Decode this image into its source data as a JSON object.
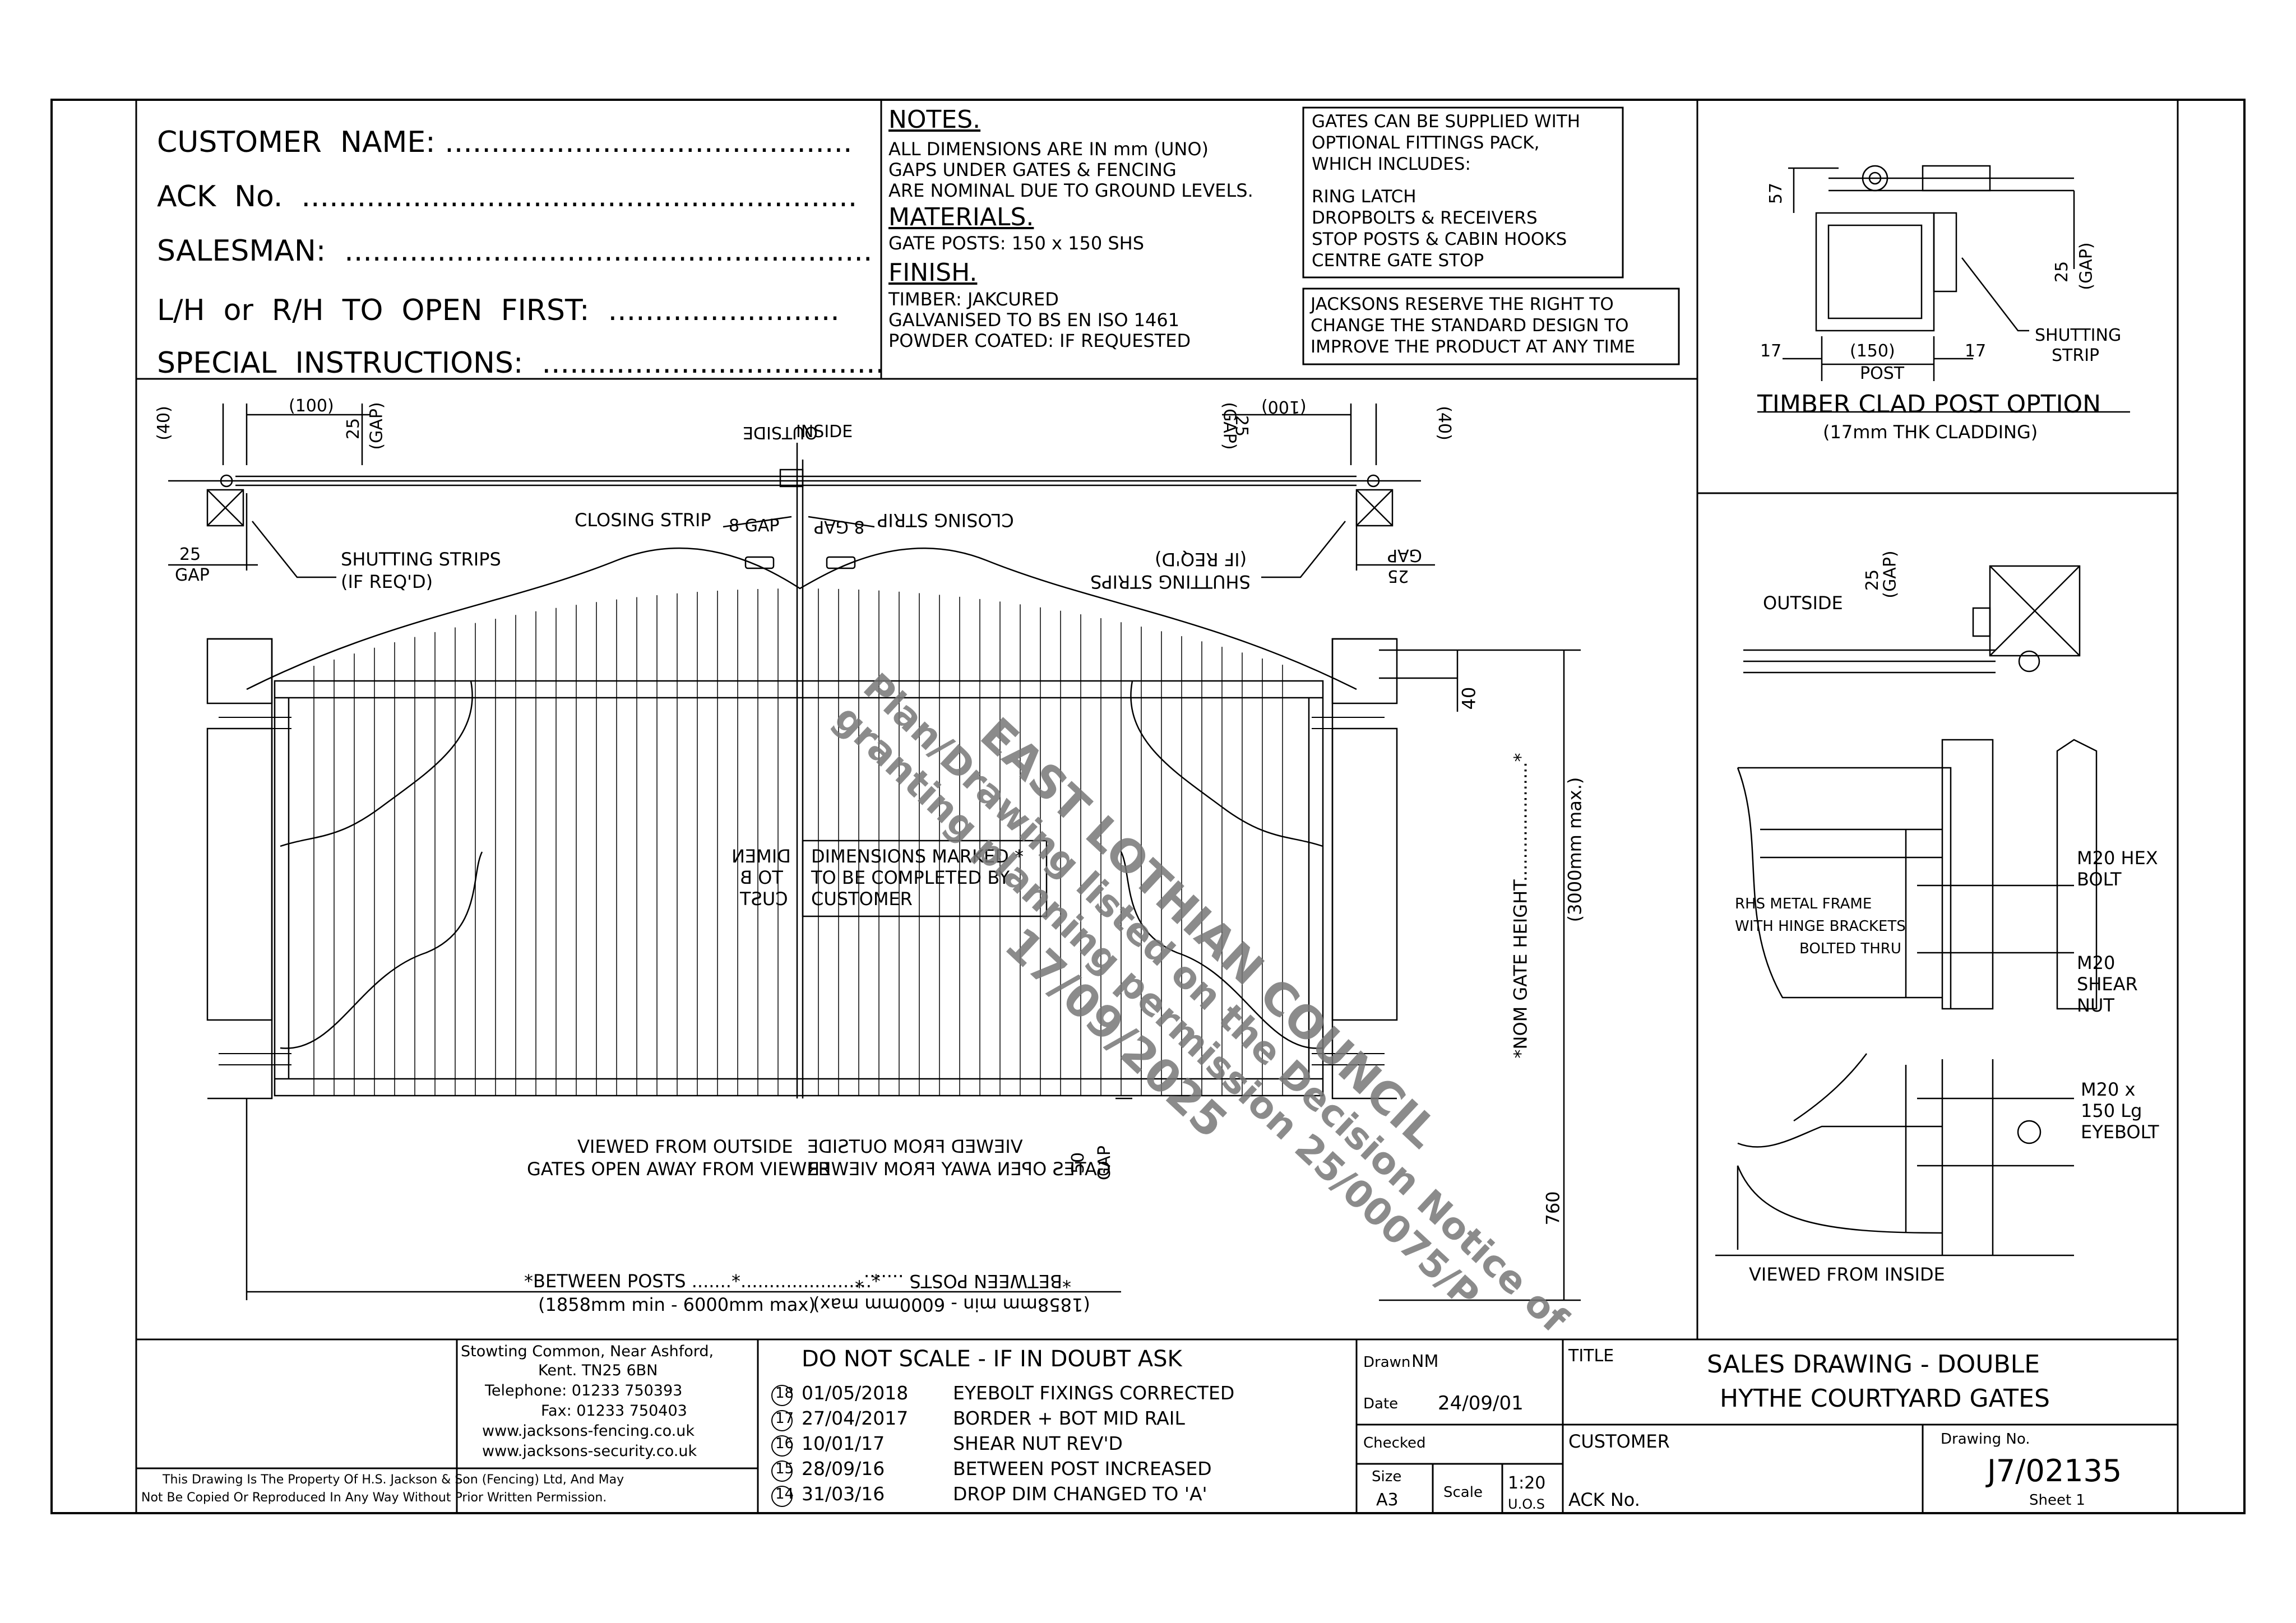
{
  "header": {
    "customer_name": "CUSTOMER  NAME: ............................................",
    "ack_no": "ACK  No.  ............................................................",
    "salesman": "SALESMAN:  .........................................................",
    "open_first": "L/H  or  R/H  TO  OPEN  FIRST:  .........................",
    "special": "SPECIAL  INSTRUCTIONS:  ....................................."
  },
  "notes": {
    "title": "NOTES.",
    "lines": [
      "ALL DIMENSIONS ARE IN mm (UNO)",
      "GAPS UNDER GATES & FENCING",
      "ARE NOMINAL DUE TO GROUND LEVELS."
    ],
    "materials_title": "MATERIALS.",
    "materials": "GATE POSTS: 150 x 150 SHS",
    "finish_title": "FINISH.",
    "finish": [
      "TIMBER: JAKCURED",
      "GALVANISED TO BS EN ISO 1461",
      "POWDER COATED: IF REQUESTED"
    ]
  },
  "fittings": {
    "lines": [
      "GATES CAN BE SUPPLIED WITH",
      "OPTIONAL FITTINGS PACK,",
      "WHICH INCLUDES:",
      "",
      "RING LATCH",
      "DROPBOLTS & RECEIVERS",
      "STOP POSTS & CABIN HOOKS",
      "CENTRE GATE STOP"
    ]
  },
  "reserve": {
    "lines": [
      "JACKSONS RESERVE THE RIGHT TO",
      "CHANGE THE STANDARD DESIGN TO",
      "IMPROVE THE PRODUCT AT ANY TIME"
    ]
  },
  "post_option": {
    "dim_57": "57",
    "dim_25": "25",
    "gap": "(GAP)",
    "shutting_strip": [
      "SHUTTING",
      "STRIP"
    ],
    "dim_17a": "17",
    "dim_150": "(150)",
    "post": "POST",
    "dim_17b": "17",
    "title": "TIMBER CLAD POST OPTION",
    "subtitle": "(17mm THK CLADDING)"
  },
  "hinge_detail": {
    "outside": "OUTSIDE",
    "dim_25": "25",
    "gap": "(GAP)",
    "rhs_frame": [
      "RHS METAL FRAME",
      "WITH HINGE BRACKETS",
      "BOLTED THRU"
    ],
    "hex_bolt": [
      "M20 HEX",
      "BOLT"
    ],
    "shear_nut": [
      "M20",
      "SHEAR",
      "NUT"
    ],
    "eyebolt": [
      "M20 x",
      "150 Lg",
      "EYEBOLT"
    ],
    "viewed_inside": "VIEWED FROM INSIDE"
  },
  "plan": {
    "dim_40l": "(40)",
    "dim_100l": "(100)",
    "dim_25l": "25",
    "gap_l": "(GAP)",
    "outside_inside": "OUTSIDE",
    "inside": "INSIDE",
    "dim_25r": "25",
    "gap_r": "(GAP)",
    "dim_100r": "(100)",
    "dim_40r": "(40)",
    "closing_strip_l": "CLOSING STRIP",
    "closing_strip_r": "CLOSING STRIP",
    "gap8_l": "8 GAP",
    "gap8_r": "8 GAP",
    "shutting_l": [
      "SHUTTING STRIPS",
      "(IF REQ'D)"
    ],
    "shutting_r": [
      "SHUTTING STRIPS",
      "(IF REQ'D)"
    ],
    "gap25_l": [
      "25",
      "GAP"
    ],
    "gap25_r": [
      "25",
      "GAP"
    ]
  },
  "elevation": {
    "dim_40": "40",
    "gate_height": "*NOM GATE HEIGHT.....................*",
    "gate_height_max": "(3000mm max.)",
    "dims_marked": [
      "DIMENSIONS MARKED *",
      "TO BE COMPLETED BY",
      "CUSTOMER"
    ],
    "dims_marked_mirror": [
      "DIMEN",
      "TO B",
      "CUST"
    ],
    "viewed_l": [
      "VIEWED FROM OUTSIDE",
      "GATES OPEN AWAY FROM VIEWER"
    ],
    "viewed_r": [
      "VIEWED FROM OUTSIDE",
      "GATES OPEN AWAY FROM VIEWER"
    ],
    "dim_50": "50",
    "gap_50": "GAP",
    "dim_760": "760",
    "between_posts": "*BETWEEN POSTS .......*.......................*",
    "between_posts_mirror": "*BETWEEN POSTS .......*",
    "between_range": "(1858mm min - 6000mm max)",
    "between_range_mirror": "(1858mm min - 6000mm max)"
  },
  "title_block": {
    "address": [
      "Stowting Common, Near Ashford,",
      "Kent. TN25 6BN",
      "Telephone: 01233 750393",
      "Fax: 01233 750403",
      "www.jacksons-fencing.co.uk",
      "www.jacksons-security.co.uk"
    ],
    "property": [
      "This Drawing Is The Property Of H.S. Jackson & Son (Fencing) Ltd, And May",
      "Not Be Copied Or Reproduced In Any Way Without Prior Written Permission."
    ],
    "do_not_scale": "DO NOT SCALE - IF IN DOUBT ASK",
    "revisions": [
      {
        "num": "18",
        "date": "01/05/2018",
        "desc": "EYEBOLT FIXINGS CORRECTED"
      },
      {
        "num": "17",
        "date": "27/04/2017",
        "desc": "BORDER + BOT MID RAIL"
      },
      {
        "num": "16",
        "date": "10/01/17",
        "desc": "SHEAR NUT REV'D"
      },
      {
        "num": "15",
        "date": "28/09/16",
        "desc": "BETWEEN POST INCREASED"
      },
      {
        "num": "14",
        "date": "31/03/16",
        "desc": "DROP DIM CHANGED TO 'A'"
      }
    ],
    "drawn_label": "Drawn",
    "drawn": "NM",
    "date_label": "Date",
    "date": "24/09/01",
    "checked_label": "Checked",
    "size_label": "Size",
    "size": "A3",
    "scale_label": "Scale",
    "scale": "1:20",
    "uos": "U.O.S",
    "title_label": "TITLE",
    "title_1": "SALES DRAWING - DOUBLE",
    "title_2": "HYTHE COURTYARD GATES",
    "customer_label": "CUSTOMER",
    "ack_label": "ACK No.",
    "drawing_no_label": "Drawing No.",
    "drawing_no": "J7/02135",
    "sheet": "Sheet 1"
  },
  "stamp": {
    "lines": [
      "EAST LOTHIAN COUNCIL",
      "Plan/Drawing listed on the Decision Notice of",
      "granting planning permission 25/00075/P",
      "17/09/2025"
    ]
  }
}
